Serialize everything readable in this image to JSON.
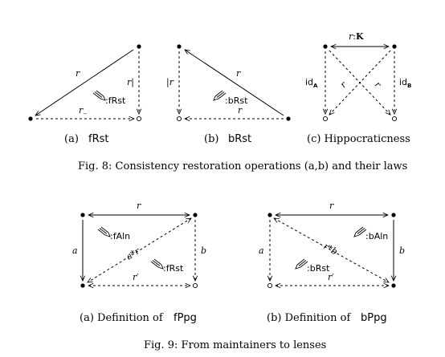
{
  "fig8": {
    "caption": "Fig. 8: Consistency restoration operations (a,b) and their laws",
    "a": {
      "label_r": "r",
      "label_r_bar": "r|",
      "label_r_minus": "r",
      "label_minus_sub": "–",
      "op": ":fRst",
      "subcaption_prefix": "(a)",
      "subcaption_name": "fRst"
    },
    "b": {
      "label_bar_r": "|r",
      "label_r": "r",
      "label_r_bottom": "r",
      "op": ":bRst",
      "subcaption_prefix": "(b)",
      "subcaption_name": "bRst"
    },
    "c": {
      "label_top_r": "r",
      "label_top_colon": ":",
      "label_top_K": "K",
      "id_left": "id",
      "id_left_sub": "A",
      "id_right": "id",
      "id_right_sub": "B",
      "diag_r1": "r",
      "diag_r2": "r",
      "subcaption": "(c) Hippocraticness"
    }
  },
  "fig9": {
    "caption": "Fig. 9: From maintainers to lenses",
    "a": {
      "label_top_r": "r",
      "label_left_a": "a",
      "label_right_b": "b",
      "label_diag": "a*r",
      "label_bottom": "r′",
      "op1": ":fAln",
      "op2": ":fRst",
      "subcaption_prefix": "(a) Definition of",
      "subcaption_name": "fPpg"
    },
    "b": {
      "label_top_r": "r",
      "label_left_a": "a",
      "label_right_b": "b",
      "label_diag": "r*b",
      "label_bottom": "r′",
      "op1": ":bAln",
      "op2": ":bRst",
      "subcaption_prefix": "(b) Definition of",
      "subcaption_name": "bPpg"
    }
  }
}
